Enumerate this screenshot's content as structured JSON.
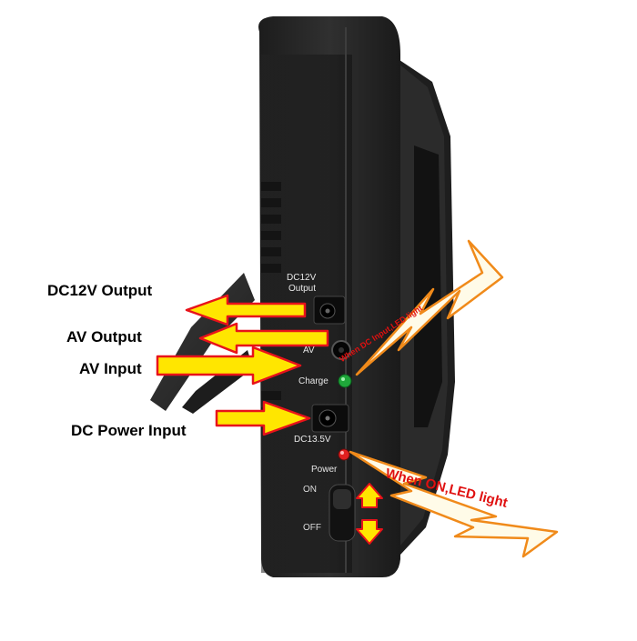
{
  "callouts": {
    "dc12v_output": "DC12V Output",
    "av_output": "AV Output",
    "av_input": "AV Input",
    "dc_power_input": "DC Power Input"
  },
  "device_labels": {
    "dc12v_line1": "DC12V",
    "dc12v_line2": "Output",
    "av": "AV",
    "charge": "Charge",
    "dc13_5v": "DC13.5V",
    "power": "Power",
    "on": "ON",
    "off": "OFF"
  },
  "notes": {
    "charge_led": "When DC Input,LED light",
    "power_led": "When ON,LED light"
  },
  "colors": {
    "arrow_fill": "#ffe600",
    "arrow_outline": "#e8121a",
    "device_body": "#2a2a2a",
    "charge_led": "#1fa83a",
    "power_led": "#e02020",
    "zigzag_outline": "#f08a1a"
  }
}
